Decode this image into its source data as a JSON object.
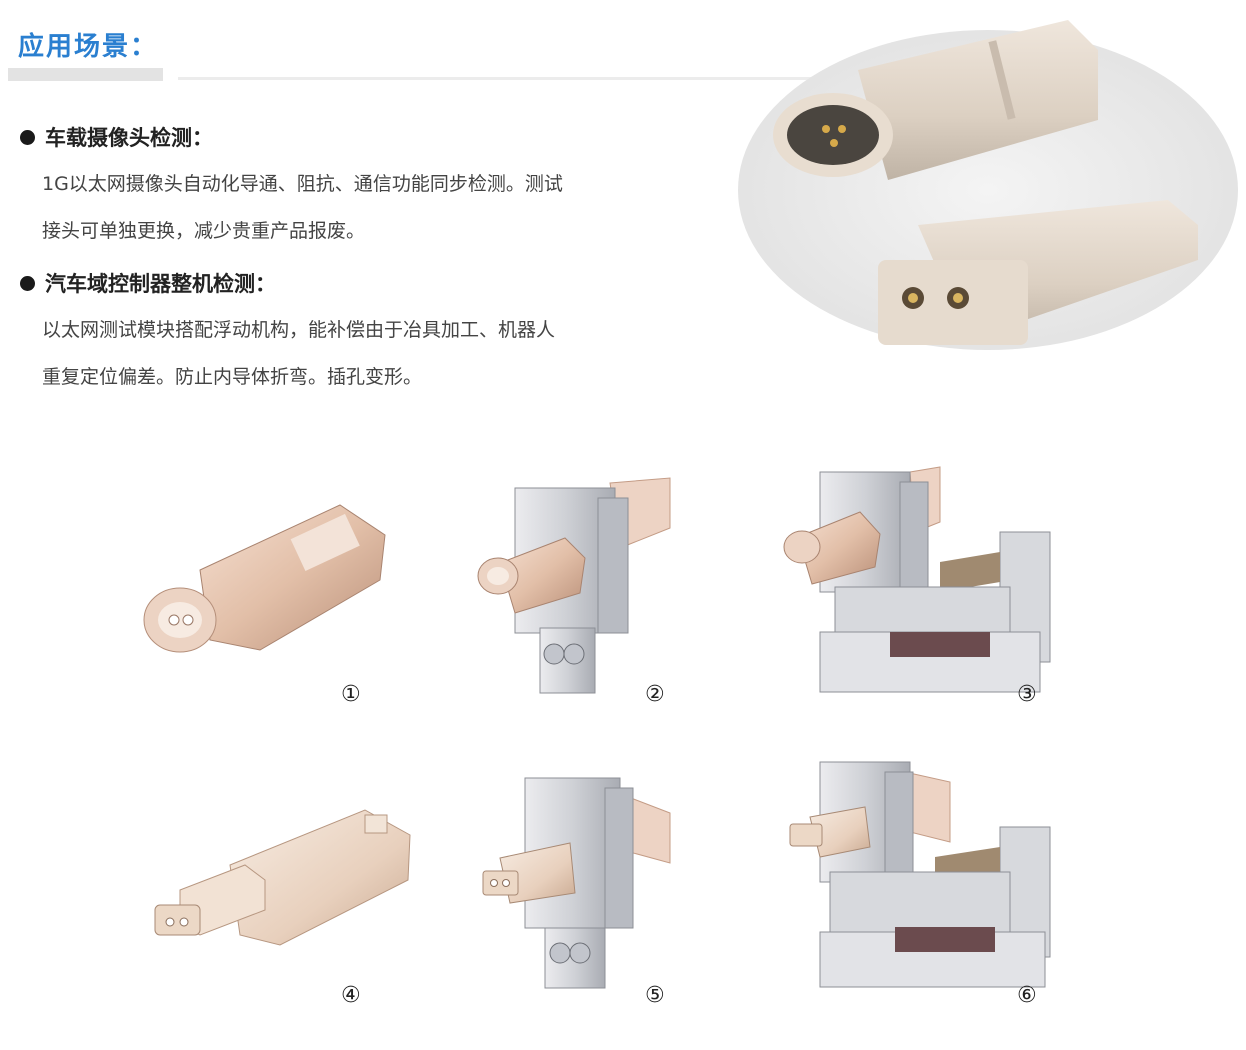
{
  "header": {
    "title": "应用场景："
  },
  "sections": [
    {
      "heading": "车载摄像头检测：",
      "lines": [
        "1G以太网摄像头自动化导通、阻抗、通信功能同步检测。测试",
        "接头可单独更换，减少贵重产品报废。"
      ]
    },
    {
      "heading": "汽车域控制器整机检测：",
      "lines": [
        "以太网测试模块搭配浮动机构，能补偿由于冶具加工、机器人",
        "重复定位偏差。防止内导体折弯。插孔变形。"
      ]
    }
  ],
  "products": [
    {
      "label": "①"
    },
    {
      "label": "②"
    },
    {
      "label": "③"
    },
    {
      "label": "④"
    },
    {
      "label": "⑤"
    },
    {
      "label": "⑥"
    }
  ],
  "colors": {
    "title": "#2a7fd0",
    "connector": "#e6d8c8",
    "metal": "#d7d9dd",
    "copper": "#e8c4b0"
  }
}
